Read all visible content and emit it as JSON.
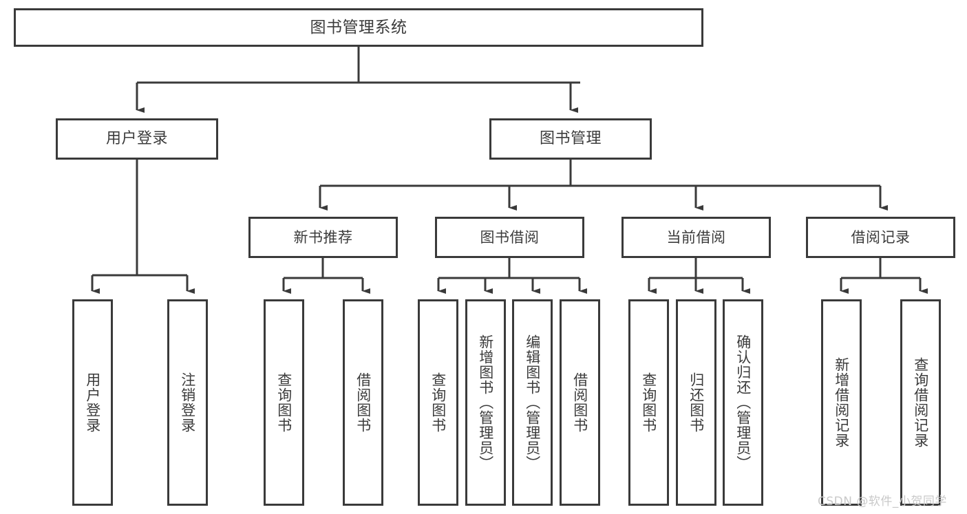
{
  "diagram": {
    "title": "图书管理系统",
    "type": "tree",
    "background_color": "#ffffff",
    "line_color": "#3a3a3a",
    "box_border_color": "#3a3a3a",
    "text_color": "#3b3b3b"
  },
  "nodes": {
    "root": {
      "label": "图书管理系统"
    },
    "level2": [
      {
        "id": "user-login",
        "label": "用户登录"
      },
      {
        "id": "book-manage",
        "label": "图书管理"
      }
    ],
    "level3": [
      {
        "id": "new-book-recommend",
        "label": "新书推荐"
      },
      {
        "id": "book-borrow",
        "label": "图书借阅"
      },
      {
        "id": "current-borrow",
        "label": "当前借阅"
      },
      {
        "id": "borrow-record",
        "label": "借阅记录"
      }
    ],
    "leaves": {
      "user_login": [
        {
          "id": "leaf-user-login",
          "label": "用户登录"
        },
        {
          "id": "leaf-logout-login",
          "label": "注销登录"
        }
      ],
      "new_book_recommend": [
        {
          "id": "leaf-query-book-1",
          "label": "查询图书"
        },
        {
          "id": "leaf-borrow-book-1",
          "label": "借阅图书"
        }
      ],
      "book_borrow": [
        {
          "id": "leaf-query-book-2",
          "label": "查询图书"
        },
        {
          "id": "leaf-add-book",
          "label": "新增图书（管理员）"
        },
        {
          "id": "leaf-edit-book",
          "label": "编辑图书（管理员）"
        },
        {
          "id": "leaf-borrow-book-2",
          "label": "借阅图书"
        }
      ],
      "current_borrow": [
        {
          "id": "leaf-query-book-3",
          "label": "查询图书"
        },
        {
          "id": "leaf-return-book",
          "label": "归还图书"
        },
        {
          "id": "leaf-confirm-return",
          "label": "确认归还（管理员）"
        }
      ],
      "borrow_record": [
        {
          "id": "leaf-add-record",
          "label": "新增借阅记录"
        },
        {
          "id": "leaf-query-record",
          "label": "查询借阅记录"
        }
      ]
    }
  },
  "watermark": {
    "text": "CSDN @软件_小贺同学"
  }
}
